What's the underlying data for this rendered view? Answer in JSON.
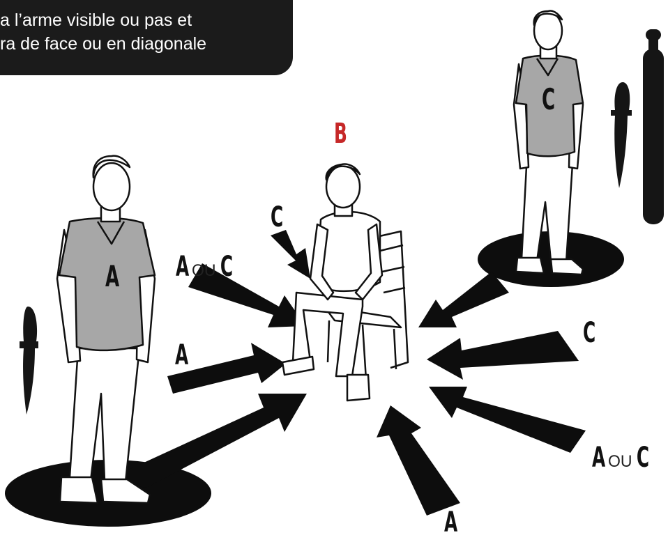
{
  "banner": {
    "line1": "a l’arme visible ou pas et",
    "line2": "ra de face ou en diagonale"
  },
  "labels": {
    "person_a": "A",
    "person_b": "B",
    "person_c": "C",
    "arrow_top_c": "C",
    "arrow_left_upper": {
      "first": "A",
      "ou": "OU",
      "second": "C"
    },
    "arrow_left_lower": "A",
    "arrow_right_mid": "C",
    "arrow_right_lower": {
      "first": "A",
      "ou": "OU",
      "second": "C"
    },
    "arrow_bottom": "A"
  },
  "colors": {
    "ink": "#111111",
    "shadow": "#0d0d0d",
    "shirt": "#a7a7a7",
    "skin": "#ffffff",
    "highlight_b": "#c62828",
    "banner_bg": "#1b1b1b",
    "banner_text": "#ffffff"
  },
  "icons": [
    "knife-icon",
    "baton-icon"
  ]
}
